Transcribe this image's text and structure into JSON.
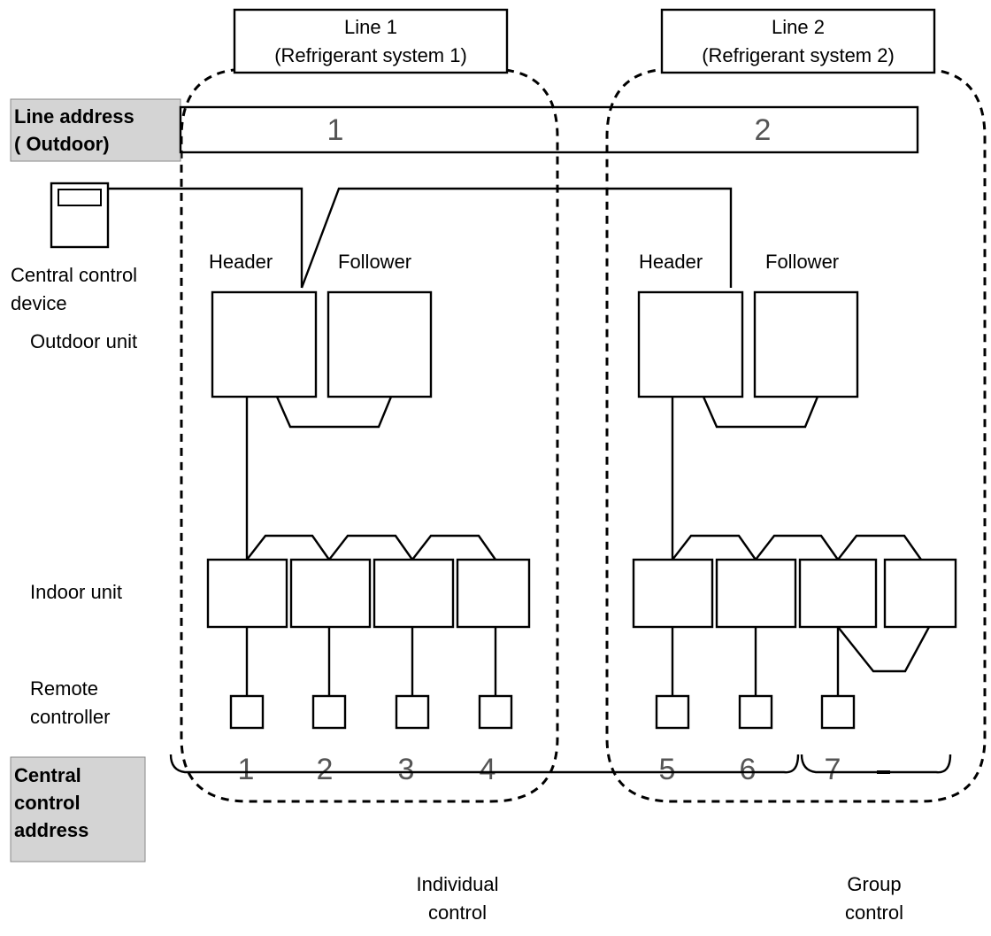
{
  "lines": [
    {
      "title": "Line 1",
      "subtitle": "(Refrigerant system 1)",
      "address": "1"
    },
    {
      "title": "Line 2",
      "subtitle": "(Refrigerant system 2)",
      "address": "2"
    }
  ],
  "labels": {
    "line_address": [
      "Line address",
      "( Outdoor)"
    ],
    "central_control_address": [
      "Central",
      "control",
      "address"
    ],
    "central_control_device": [
      "Central control",
      "device"
    ],
    "outdoor_unit": "Outdoor unit",
    "indoor_unit": "Indoor unit",
    "remote_controller": [
      "Remote",
      "controller"
    ],
    "header": "Header",
    "follower": "Follower"
  },
  "central_addresses": [
    "1",
    "2",
    "3",
    "4",
    "5",
    "6",
    "7"
  ],
  "brackets": {
    "individual": [
      "Individual",
      "control"
    ],
    "group": [
      "Group",
      "control"
    ]
  },
  "colors": {
    "label_fill": "#d4d4d4",
    "number_text": "#555555"
  }
}
